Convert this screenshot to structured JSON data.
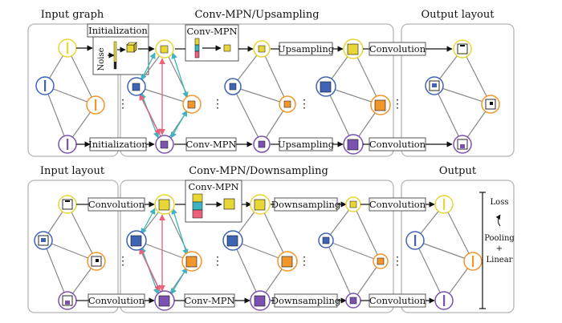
{
  "top_row": {
    "input_graph": "Input graph",
    "conv_up": "Conv-MPN/Upsampling",
    "output_layout": "Output layout",
    "initialization_top": "Initialization",
    "noise": "Noise",
    "conv_mpn_box": "Conv-MPN",
    "upsampling_1": "Upsampling",
    "convolution_1": "Convolution",
    "initialization_bottom": "Initialization",
    "conv_mpn_mid": "Conv-MPN",
    "upsampling_2": "Upsampling",
    "convolution_2": "Convolution"
  },
  "bottom_row": {
    "input_layout": "Input layout",
    "conv_down": "Conv-MPN/Downsampling",
    "output": "Output",
    "convolution_1": "Convolution",
    "conv_mpn_box": "Conv-MPN",
    "downsampling_1": "Downsampling",
    "convolution_2": "Convolution",
    "convolution_3": "Convolution",
    "conv_mpn_mid": "Conv-MPN",
    "downsampling_2": "Downsampling",
    "convolution_4": "Convolution",
    "loss": "Loss",
    "pooling": "Pooling",
    "plus": "+",
    "linear": "Linear"
  },
  "colors": {
    "yellow": "#e8d536",
    "blue": "#3f64b6",
    "orange": "#f0962a",
    "purple": "#7b52b0",
    "cyan_arrow": "#3fb4c0",
    "red_arrow": "#e9617a",
    "panel_border": "#b5b5b5"
  }
}
